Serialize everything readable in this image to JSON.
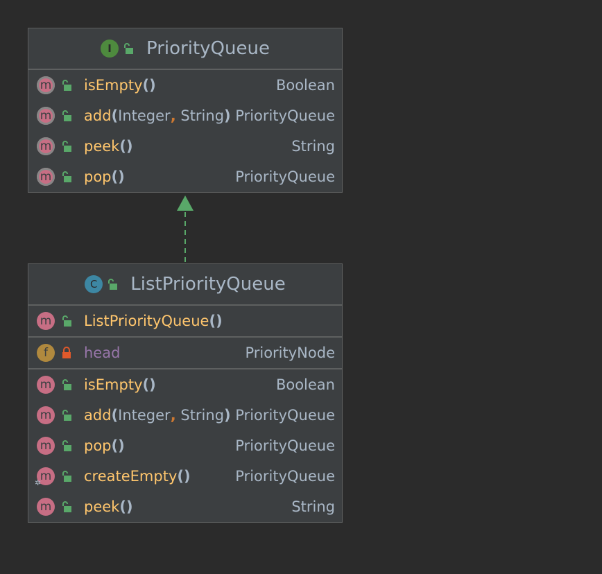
{
  "interface": {
    "name": "PriorityQueue",
    "kind_letter": "I",
    "methods": [
      {
        "name": "isEmpty",
        "params": [],
        "type": "Boolean"
      },
      {
        "name": "add",
        "params": [
          "Integer",
          "String"
        ],
        "type": "PriorityQueue"
      },
      {
        "name": "peek",
        "params": [],
        "type": "String"
      },
      {
        "name": "pop",
        "params": [],
        "type": "PriorityQueue"
      }
    ]
  },
  "class": {
    "name": "ListPriorityQueue",
    "kind_letter": "C",
    "constructor": {
      "name": "ListPriorityQueue",
      "params": []
    },
    "fields": [
      {
        "name": "head",
        "type": "PriorityNode",
        "visibility": "private"
      }
    ],
    "methods": [
      {
        "name": "isEmpty",
        "params": [],
        "type": "Boolean"
      },
      {
        "name": "add",
        "params": [
          "Integer",
          "String"
        ],
        "type": "PriorityQueue"
      },
      {
        "name": "pop",
        "params": [],
        "type": "PriorityQueue"
      },
      {
        "name": "createEmpty",
        "params": [],
        "type": "PriorityQueue",
        "static": true
      },
      {
        "name": "peek",
        "params": [],
        "type": "String"
      }
    ]
  },
  "icons": {
    "method_letter": "m",
    "field_letter": "f"
  },
  "colors": {
    "background": "#2b2b2b",
    "box": "#3c3f41",
    "method_name": "#ffc66d",
    "field_name": "#9876aa",
    "text": "#a9b7c6",
    "interface_icon": "#4e8a3e",
    "class_icon": "#3d87a3",
    "public_lock": "#59a869",
    "private_lock": "#e0592b",
    "arrow": "#59a869"
  }
}
